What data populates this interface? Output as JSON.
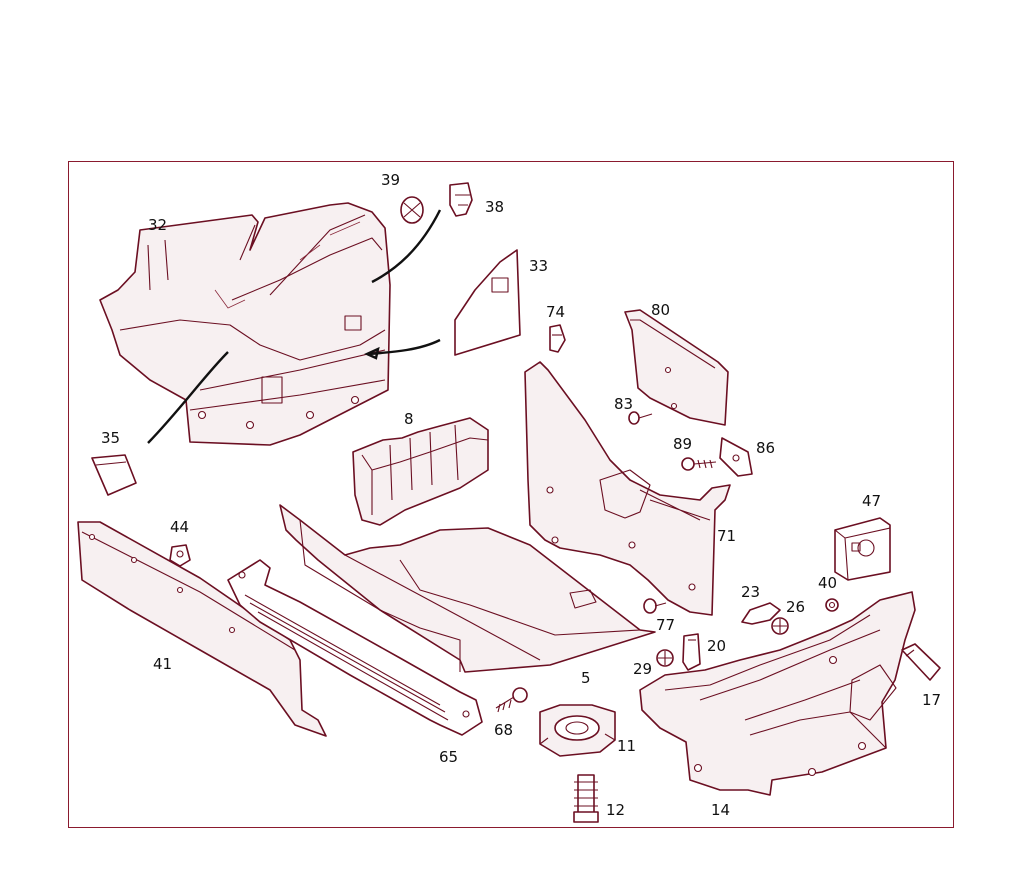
{
  "diagram": {
    "colors": {
      "frame": "#8a1a2e",
      "line": "#6b0f22",
      "text": "#111111"
    },
    "parts": [
      {
        "id": "32",
        "label": "32"
      },
      {
        "id": "39",
        "label": "39"
      },
      {
        "id": "38",
        "label": "38"
      },
      {
        "id": "33",
        "label": "33"
      },
      {
        "id": "74",
        "label": "74"
      },
      {
        "id": "80",
        "label": "80"
      },
      {
        "id": "83",
        "label": "83"
      },
      {
        "id": "89",
        "label": "89"
      },
      {
        "id": "86",
        "label": "86"
      },
      {
        "id": "35",
        "label": "35"
      },
      {
        "id": "8",
        "label": "8"
      },
      {
        "id": "47",
        "label": "47"
      },
      {
        "id": "71",
        "label": "71"
      },
      {
        "id": "44",
        "label": "44"
      },
      {
        "id": "41",
        "label": "41"
      },
      {
        "id": "23",
        "label": "23"
      },
      {
        "id": "40",
        "label": "40"
      },
      {
        "id": "26",
        "label": "26"
      },
      {
        "id": "77",
        "label": "77"
      },
      {
        "id": "20",
        "label": "20"
      },
      {
        "id": "29",
        "label": "29"
      },
      {
        "id": "5",
        "label": "5"
      },
      {
        "id": "68",
        "label": "68"
      },
      {
        "id": "11",
        "label": "11"
      },
      {
        "id": "65",
        "label": "65"
      },
      {
        "id": "17",
        "label": "17"
      },
      {
        "id": "14",
        "label": "14"
      },
      {
        "id": "12",
        "label": "12"
      }
    ]
  }
}
